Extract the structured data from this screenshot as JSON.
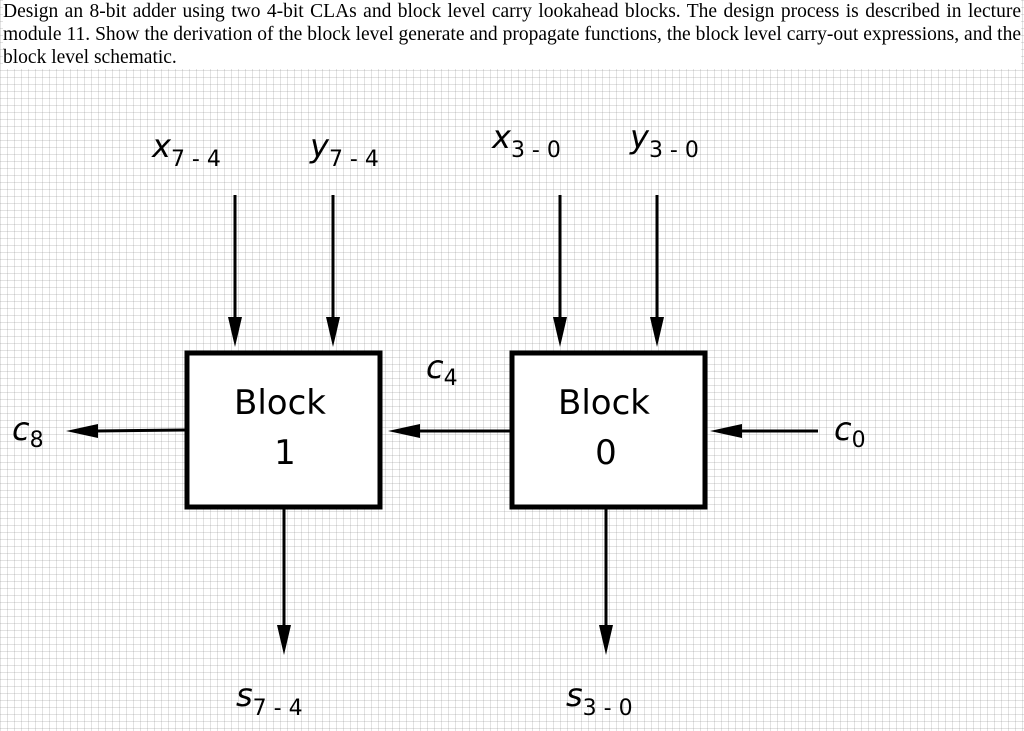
{
  "question": "Design an 8-bit adder using two 4-bit CLAs and block level carry lookahead blocks.  The design process is described in lecture module 11.  Show the derivation of the block level generate and propagate functions, the block level carry-out expressions, and the block level schematic.",
  "diagram": {
    "blocks": [
      {
        "title": "Block",
        "number": "1"
      },
      {
        "title": "Block",
        "number": "0"
      }
    ],
    "inputs": [
      {
        "var": "x",
        "sub": "7",
        "range": " - 4"
      },
      {
        "var": "y",
        "sub": "7",
        "range": " - 4"
      },
      {
        "var": "x",
        "sub": "3",
        "range": " - 0"
      },
      {
        "var": "y",
        "sub": "3",
        "range": " - 0"
      }
    ],
    "carries": [
      {
        "var": "c",
        "sub": "8"
      },
      {
        "var": "c",
        "sub": "4"
      },
      {
        "var": "c",
        "sub": "0"
      }
    ],
    "outputs": [
      {
        "var": "s",
        "sub": "7",
        "range": " - 4"
      },
      {
        "var": "s",
        "sub": "3",
        "range": " - 0"
      }
    ]
  }
}
